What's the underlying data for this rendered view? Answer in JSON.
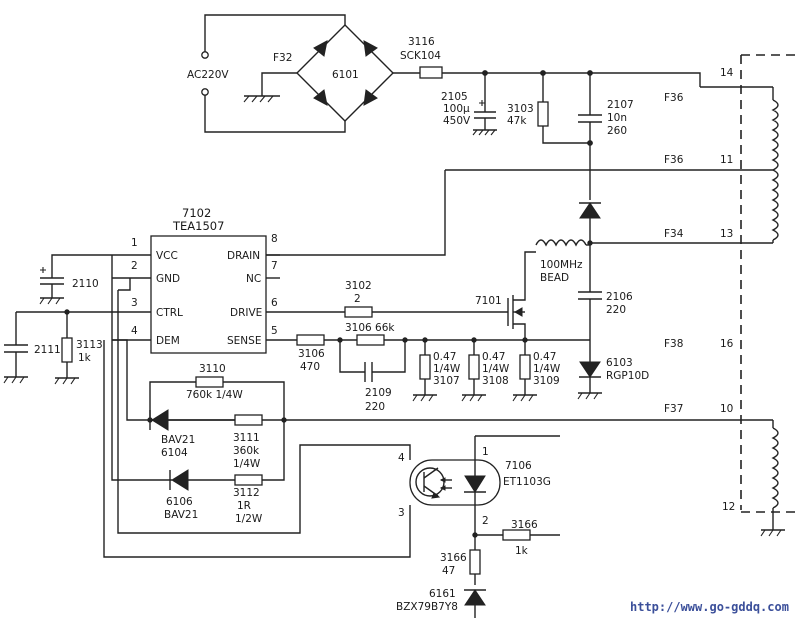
{
  "labels": {
    "ac": "AC220V",
    "f32": "F32",
    "bridge": "6101",
    "fuse_ref": "3116",
    "fuse_val": "SCK104",
    "c2105_ref": "2105",
    "c2105_val1": "100μ",
    "c2105_val2": "450V",
    "r3103_ref": "3103",
    "r3103_val": "47k",
    "c2107_ref": "2107",
    "c2107_val1": "10n",
    "c2107_val2": "260",
    "ic_ref": "7102",
    "ic_name": "TEA1507",
    "pin_vcc": "VCC",
    "pin_gnd": "GND",
    "pin_ctrl": "CTRL",
    "pin_dem": "DEM",
    "pin_drain": "DRAIN",
    "pin_nc": "NC",
    "pin_drive": "DRIVE",
    "pin_sense": "SENSE",
    "pn1": "1",
    "pn2": "2",
    "pn3": "3",
    "pn4": "4",
    "pn5": "5",
    "pn6": "6",
    "pn7": "7",
    "pn8": "8",
    "c2110": "2110",
    "c2111": "2111",
    "r3113_ref": "3113",
    "r3113_val": "1k",
    "r3102_ref": "3102",
    "r3102_val": "2",
    "q7101": "7101",
    "bead1": "100MHz",
    "bead2": "BEAD",
    "c2106_ref": "2106",
    "c2106_val": "220",
    "r3106a_label": "3106  66k",
    "r3106b_ref": "3106",
    "r3106b_val": "470",
    "c2109_ref": "2109",
    "c2109_val": "220",
    "rs_val1": "0.47",
    "rs_val2": "1/4W",
    "rs1_ref": "3107",
    "rs2_ref": "3108",
    "rs3_ref": "3109",
    "d6103_ref": "6103",
    "d6103_val": "RGP10D",
    "r3110_ref": "3110",
    "r3110_val": "760k 1/4W",
    "d6104_val": "BAV21",
    "d6104_ref": "6104",
    "r3111_ref": "3111",
    "r3111_val1": "360k",
    "r3111_val2": "1/4W",
    "d6106_ref": "6106",
    "d6106_val": "BAV21",
    "r3112_ref": "3112",
    "r3112_val1": "1R",
    "r3112_val2": "1/2W",
    "opto_ref": "7106",
    "opto_val": "ET1103G",
    "opto_p1": "1",
    "opto_p2": "2",
    "opto_p3": "3",
    "opto_p4": "4",
    "r3166a_ref": "3166",
    "r3166a_val": "1k",
    "r3166b_ref": "3166",
    "r3166b_val": "47",
    "d6161_ref": "6161",
    "d6161_val": "BZX79B7Y8",
    "tf_f36a": "F36",
    "tf_f36b": "F36",
    "tf_f34": "F34",
    "tf_f38": "F38",
    "tf_f37": "F37",
    "tp14": "14",
    "tp11": "11",
    "tp13": "13",
    "tp16": "16",
    "tp10": "10",
    "tp12": "12",
    "watermark": "http://www.go-gddq.com"
  }
}
